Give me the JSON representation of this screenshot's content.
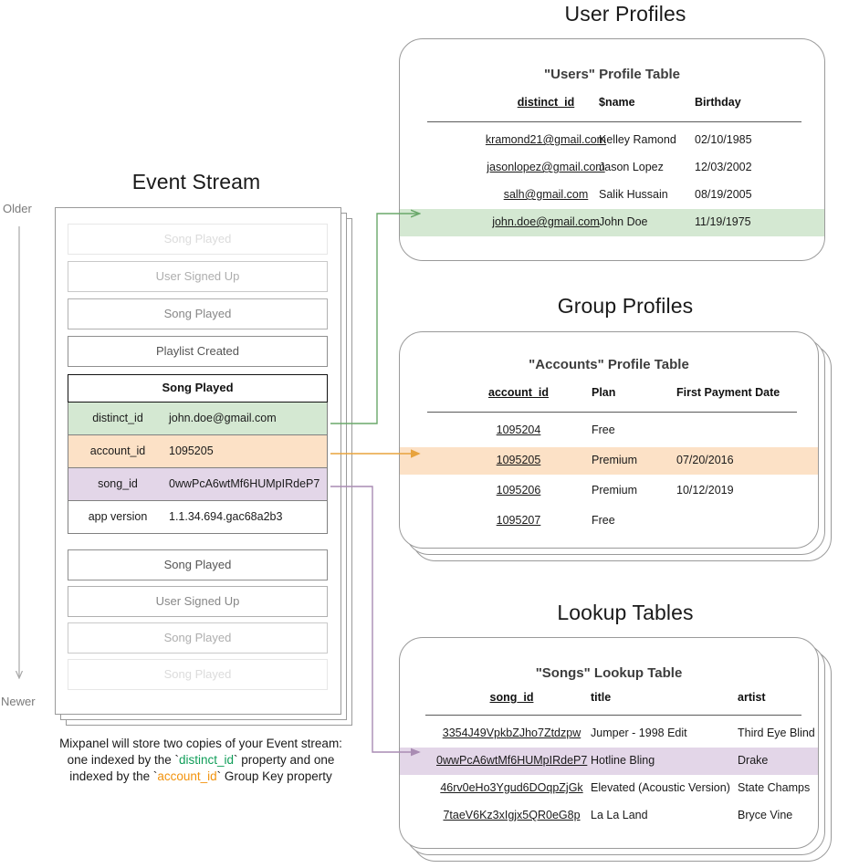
{
  "sections": {
    "event_stream_title": "Event Stream",
    "user_profiles_title": "User Profiles",
    "group_profiles_title": "Group Profiles",
    "lookup_tables_title": "Lookup Tables"
  },
  "time_axis": {
    "older_label": "Older",
    "newer_label": "Newer",
    "arrow_direction": "down"
  },
  "event_stream": {
    "events_above": [
      {
        "name": "Song Played",
        "fade": "f1"
      },
      {
        "name": "User Signed Up",
        "fade": "f2"
      },
      {
        "name": "Song Played",
        "fade": "f3"
      },
      {
        "name": "Playlist Created",
        "fade": "f4"
      }
    ],
    "focus_event": {
      "name": "Song Played",
      "properties": [
        {
          "key": "distinct_id",
          "value": "john.doe@gmail.com",
          "highlight": "green"
        },
        {
          "key": "account_id",
          "value": "1095205",
          "highlight": "orange"
        },
        {
          "key": "song_id",
          "value": "0wwPcA6wtMf6HUMpIRdeP7",
          "highlight": "purple"
        },
        {
          "key": "app version",
          "value": "1.1.34.694.gac68a2b3",
          "highlight": "none"
        }
      ]
    },
    "events_below": [
      {
        "name": "Song Played",
        "fade": "f4"
      },
      {
        "name": "User Signed Up",
        "fade": "f3"
      },
      {
        "name": "Song Played",
        "fade": "f2"
      },
      {
        "name": "Song Played",
        "fade": "f1"
      }
    ]
  },
  "users_table": {
    "title": "\"Users\" Profile Table",
    "columns": [
      "distinct_id",
      "$name",
      "Birthday"
    ],
    "rows": [
      {
        "cells": [
          "kramond21@gmail.com",
          "Kelley Ramond",
          "02/10/1985"
        ],
        "highlight": "none"
      },
      {
        "cells": [
          "jasonlopez@gmail.com",
          "Jason Lopez",
          "12/03/2002"
        ],
        "highlight": "none"
      },
      {
        "cells": [
          "salh@gmail.com",
          "Salik Hussain",
          "08/19/2005"
        ],
        "highlight": "none"
      },
      {
        "cells": [
          "john.doe@gmail.com",
          "John Doe",
          "11/19/1975"
        ],
        "highlight": "green"
      }
    ]
  },
  "accounts_table": {
    "title": "\"Accounts\" Profile Table",
    "columns": [
      "account_id",
      "Plan",
      "First Payment Date"
    ],
    "rows": [
      {
        "cells": [
          "1095204",
          "Free",
          ""
        ],
        "highlight": "none"
      },
      {
        "cells": [
          "1095205",
          "Premium",
          "07/20/2016"
        ],
        "highlight": "orange"
      },
      {
        "cells": [
          "1095206",
          "Premium",
          "10/12/2019"
        ],
        "highlight": "none"
      },
      {
        "cells": [
          "1095207",
          "Free",
          ""
        ],
        "highlight": "none"
      }
    ]
  },
  "songs_table": {
    "title": "\"Songs\" Lookup Table",
    "columns": [
      "song_id",
      "title",
      "artist"
    ],
    "rows": [
      {
        "cells": [
          "3354J49VpkbZJho7Ztdzpw",
          "Jumper - 1998 Edit",
          "Third Eye Blind"
        ],
        "highlight": "none"
      },
      {
        "cells": [
          "0wwPcA6wtMf6HUMpIRdeP7",
          "Hotline Bling",
          "Drake"
        ],
        "highlight": "purple"
      },
      {
        "cells": [
          "46rv0eHo3Ygud6DOqpZjGk",
          "Elevated (Acoustic Version)",
          "State Champs"
        ],
        "highlight": "none"
      },
      {
        "cells": [
          "7taeV6Kz3xIgjx5QR0eG8p",
          "La La Land",
          "Bryce Vine"
        ],
        "highlight": "none"
      }
    ]
  },
  "caption": {
    "line1": "Mixpanel will store two copies of your Event stream:",
    "line2_pre": "one indexed by the `",
    "line2_token": "distinct_id",
    "line2_post": "` property and one",
    "line3_pre": "indexed by the `",
    "line3_token": "account_id",
    "line3_post": "` Group Key property"
  },
  "colors": {
    "green_highlight": "#d4e8d2",
    "orange_highlight": "#fce1c6",
    "purple_highlight": "#e3d6e8",
    "green_arrow": "#6aa86a",
    "orange_arrow": "#e8a33d",
    "purple_arrow": "#a98cb3",
    "card_border": "#9a9a9a"
  }
}
